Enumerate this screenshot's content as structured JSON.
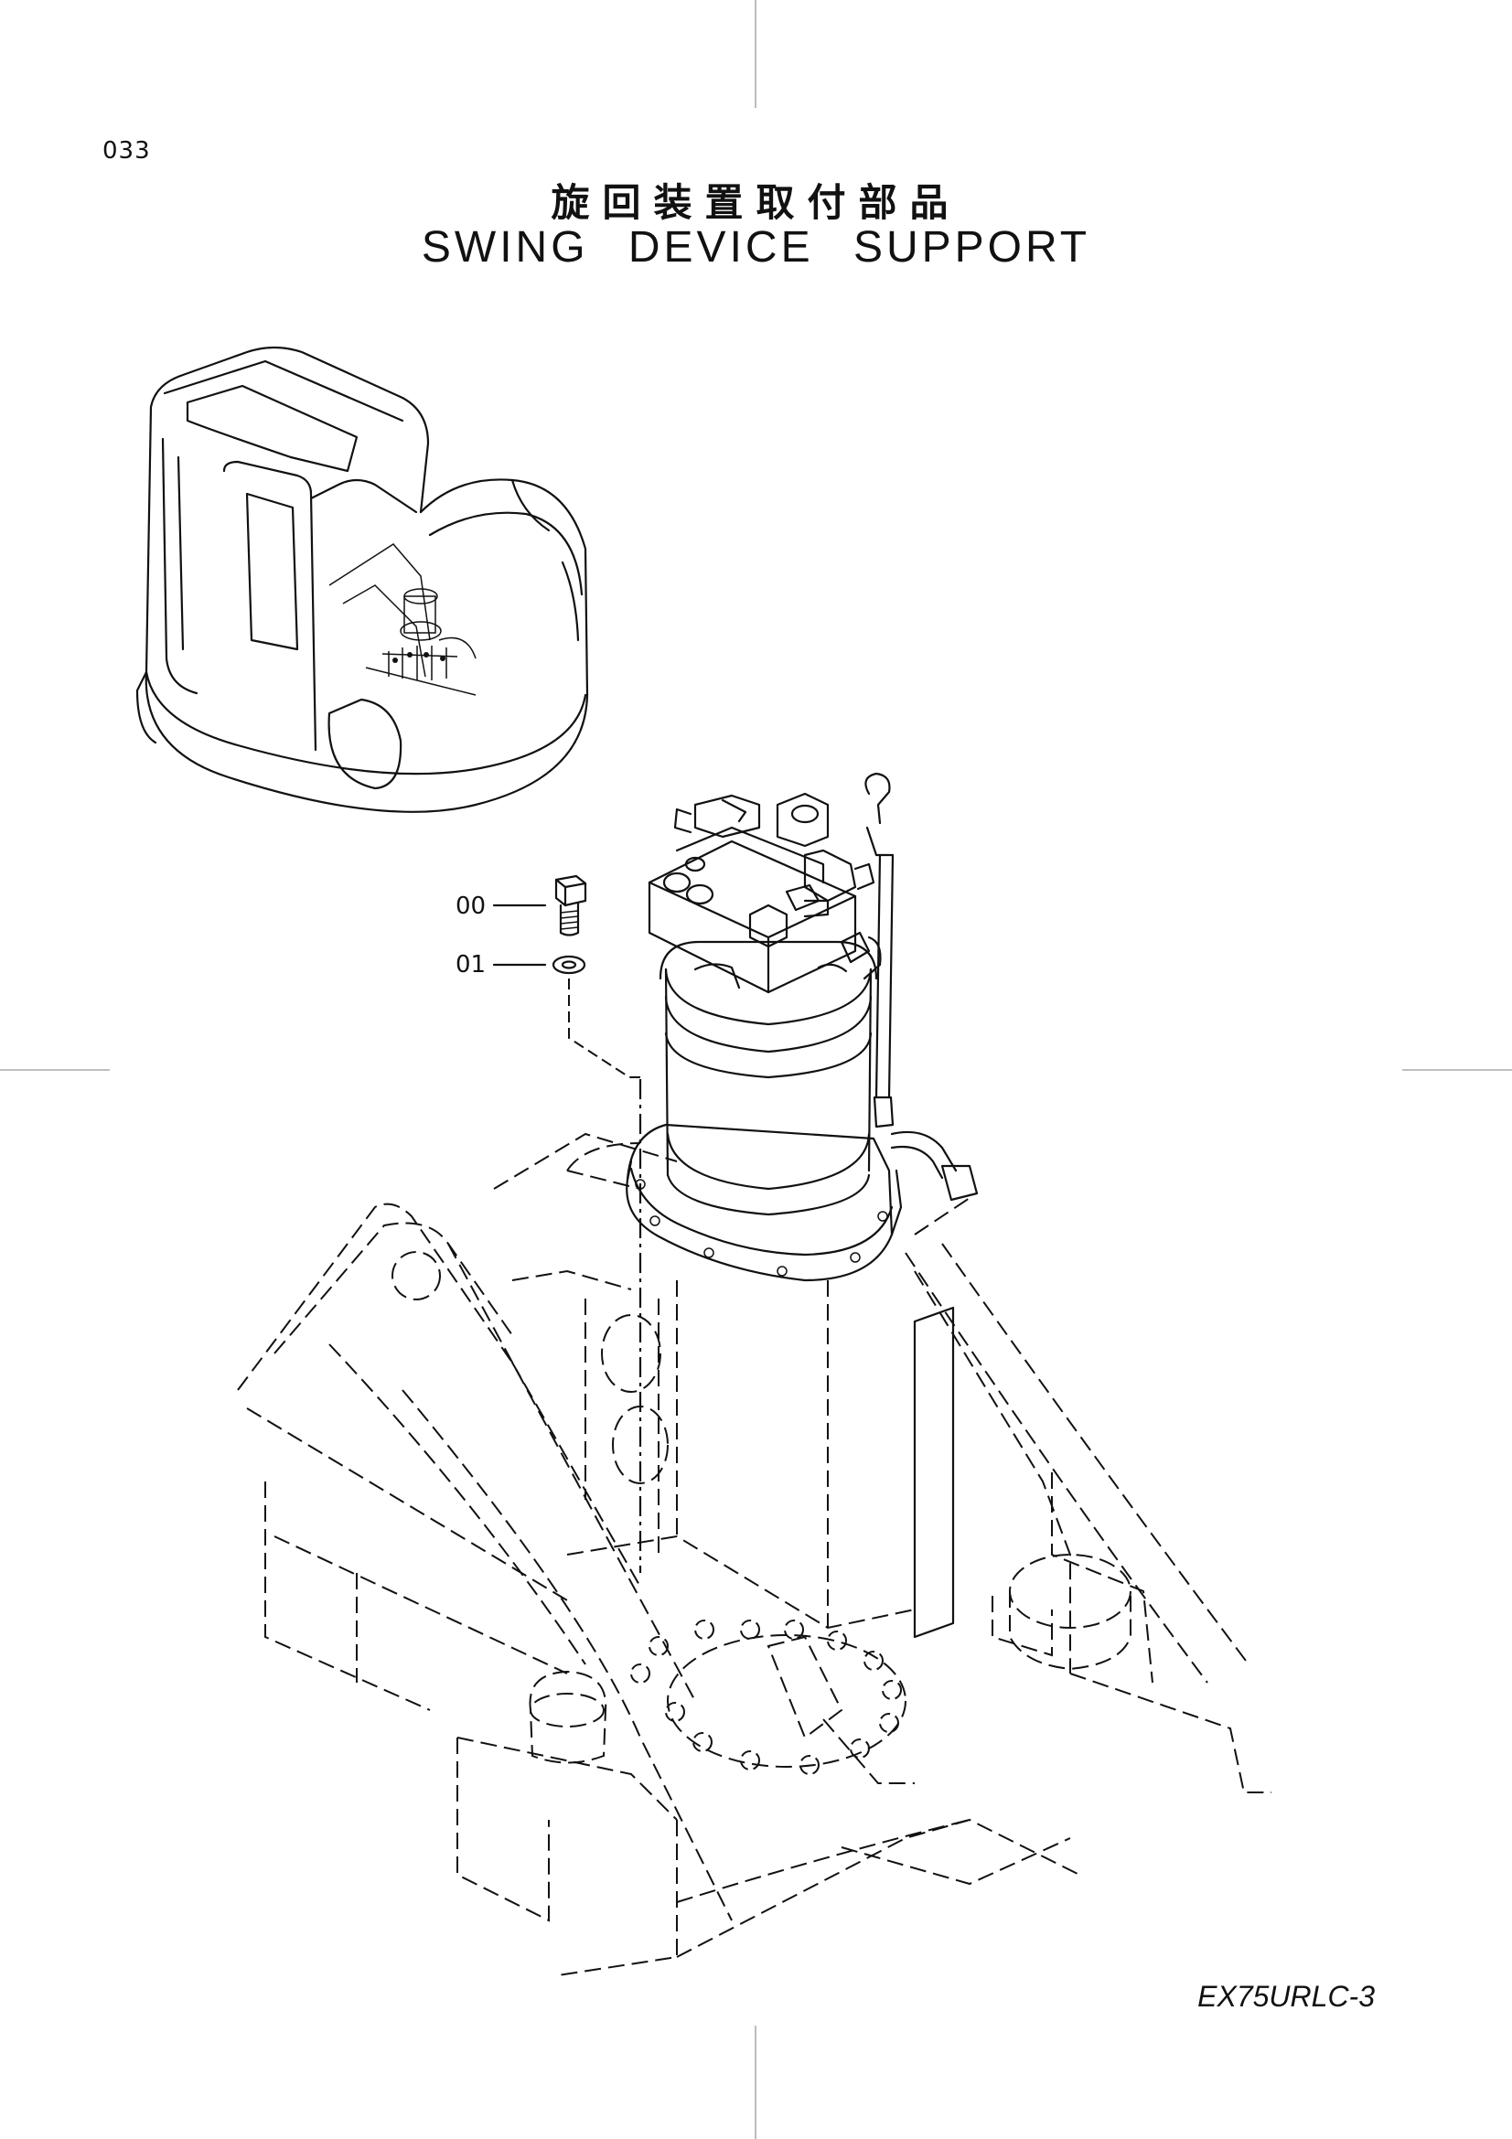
{
  "page": {
    "number": "033",
    "title_jp": "旋回装置取付部品",
    "title_en": [
      "SWING",
      "DEVICE",
      "SUPPORT"
    ],
    "model_code": "EX75URLC-3"
  },
  "parts": [
    {
      "label": "00",
      "part": "bolt"
    },
    {
      "label": "01",
      "part": "washer"
    }
  ]
}
